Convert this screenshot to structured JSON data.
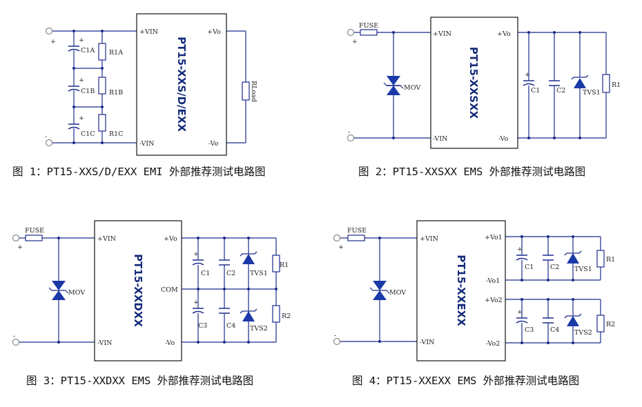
{
  "figures": [
    {
      "caption": "图 1：PT15-XXS/D/EXX EMI 外部推荐测试电路图",
      "chip": "PT15-XXS/D/EXX",
      "pins": {
        "vin_p": "+VIN",
        "vin_n": "-VIN",
        "vo_p": "+Vo",
        "vo_n": "-Vo"
      },
      "parts": {
        "c1a": "C1A",
        "c1b": "C1B",
        "c1c": "C1C",
        "r1a": "R1A",
        "r1b": "R1B",
        "r1c": "R1C",
        "rload": "RLoad"
      },
      "signs": {
        "plus": "+",
        "minus": "-"
      }
    },
    {
      "caption": "图 2：PT15-XXSXX EMS 外部推荐测试电路图",
      "chip": "PT15-XXSXX",
      "pins": {
        "vin_p": "+VIN",
        "vin_n": "-VIN",
        "vo_p": "+Vo",
        "vo_n": "-Vo"
      },
      "parts": {
        "fuse": "FUSE",
        "mov": "MOV",
        "c1": "C1",
        "c2": "C2",
        "tvs1": "TVS1",
        "r1": "R1"
      },
      "signs": {
        "plus": "+",
        "minus": "-"
      }
    },
    {
      "caption": "图 3：PT15-XXDXX EMS 外部推荐测试电路图",
      "chip": "PT15-XXDXX",
      "pins": {
        "vin_p": "+VIN",
        "vin_n": "-VIN",
        "vo_p": "+Vo",
        "com": "COM",
        "vo_n": "-Vo"
      },
      "parts": {
        "fuse": "FUSE",
        "mov": "MOV",
        "c1": "C1",
        "c2": "C2",
        "c3": "C3",
        "c4": "C4",
        "tvs1": "TVS1",
        "tvs2": "TVS2",
        "r1": "R1",
        "r2": "R2"
      },
      "signs": {
        "plus": "+",
        "minus": "-"
      }
    },
    {
      "caption": "图 4：PT15-XXEXX EMS 外部推荐测试电路图",
      "chip": "PT15-XXEXX",
      "pins": {
        "vin_p": "+VIN",
        "vin_n": "-VIN",
        "vo1_p": "+Vo1",
        "vo1_n": "-Vo1",
        "vo2_p": "+Vo2",
        "vo2_n": "-Vo2"
      },
      "parts": {
        "fuse": "FUSE",
        "mov": "MOV",
        "c1": "C1",
        "c2": "C2",
        "c3": "C3",
        "c4": "C4",
        "tvs1": "TVS1",
        "tvs2": "TVS2",
        "r1": "R1",
        "r2": "R2"
      },
      "signs": {
        "plus": "+",
        "minus": "-"
      }
    }
  ],
  "colors": {
    "wire": "#1a2a8c",
    "component": "#3a4fb8",
    "chip_text": "#142a7a",
    "diode_fill": "#1b3aa8"
  }
}
